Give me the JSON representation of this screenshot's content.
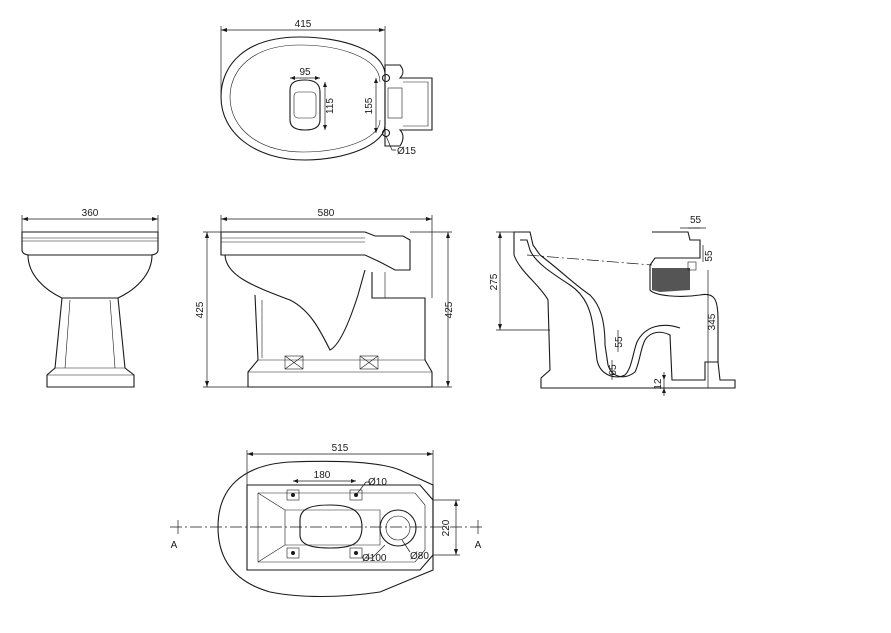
{
  "dimensions": {
    "top_width": "415",
    "top_seat_width": "95",
    "top_seat_depth": "115",
    "top_hinge_spacing": "155",
    "top_hole_dia": "Ø15",
    "front_width": "360",
    "side_length": "580",
    "side_height_left": "425",
    "side_height_right": "425",
    "section_seat": "55",
    "section_outlet": "55",
    "section_rim_height": "275",
    "section_outlet_height": "345",
    "section_trap_a": "55",
    "section_trap_b": "65",
    "section_base": "12",
    "base_length": "515",
    "base_hole_spacing": "180",
    "base_fix_dia": "Ø10",
    "base_width": "220",
    "base_outlet_dia": "Ø100",
    "base_inner_dia": "Ø80"
  },
  "section_labels": {
    "left": "A",
    "right": "A"
  },
  "colors": {
    "line": "#1a1a1a",
    "background": "#ffffff"
  }
}
